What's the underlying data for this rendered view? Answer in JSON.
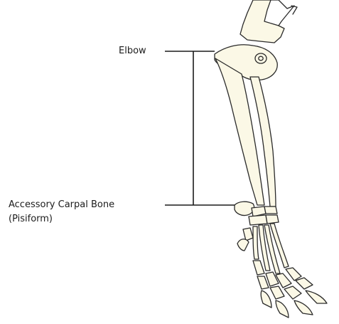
{
  "labels": {
    "elbow": "Elbow",
    "accessory_carpal": "Accessory Carpal Bone",
    "pisiform": "(Pisiform)"
  },
  "colors": {
    "bone_fill": "#fbf8e6",
    "bone_outline": "#2a2a2a",
    "leader_line": "#1a1a1a",
    "label_text": "#1c1c1c"
  }
}
